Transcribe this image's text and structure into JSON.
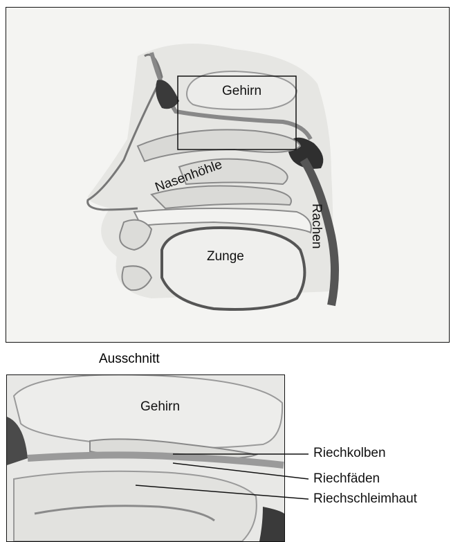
{
  "top": {
    "labels": {
      "brain": "Gehirn",
      "nasal_cavity": "Nasenhöhle",
      "pharynx": "Rachen",
      "tongue": "Zunge"
    }
  },
  "caption": "Ausschnitt",
  "detail": {
    "brain": "Gehirn",
    "callouts": [
      "Riechkolben",
      "Riechfäden",
      "Riechschleimhaut"
    ]
  }
}
